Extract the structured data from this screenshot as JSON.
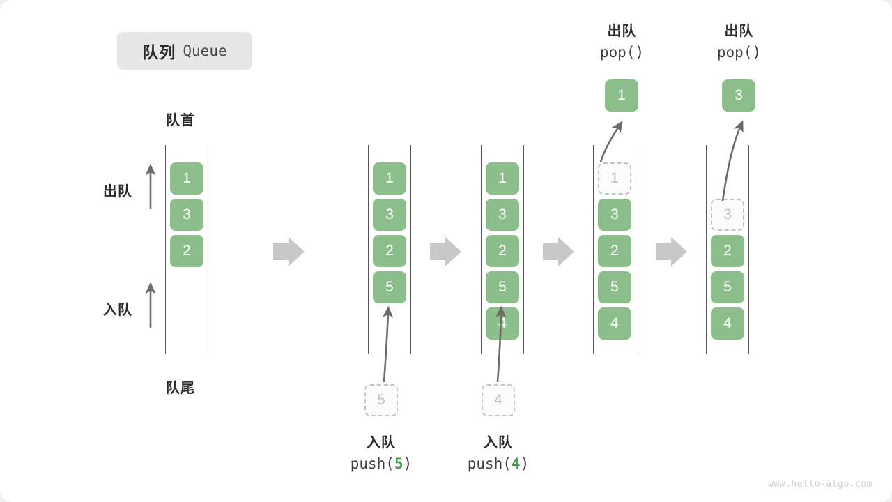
{
  "title": {
    "cn": "队列",
    "en": "Queue"
  },
  "labels": {
    "head": "队首",
    "tail": "队尾",
    "dequeue": "出队",
    "enqueue": "入队"
  },
  "operations": {
    "push_5": {
      "cn": "入队",
      "fn": "push(",
      "arg": "5",
      "close": ")"
    },
    "push_4": {
      "cn": "入队",
      "fn": "push(",
      "arg": "4",
      "close": ")"
    },
    "pop_1": {
      "cn": "出队",
      "code": "pop()"
    },
    "pop_3": {
      "cn": "出队",
      "code": "pop()"
    }
  },
  "ghosts": {
    "incoming_5": "5",
    "incoming_4": "4",
    "removed_1": "1",
    "removed_3": "3"
  },
  "popped": {
    "first": "1",
    "second": "3"
  },
  "colors": {
    "element": "#8cbe8b",
    "ghost_border": "#c4c4c4",
    "arrow": "#6b6b6b",
    "step_arrow": "#c8c8c8",
    "text": "#2b2b2b",
    "accent_arg": "#4a9e4f"
  },
  "watermark": "www.hello-algo.com",
  "panels": [
    {
      "name": "initial",
      "values": [
        "1",
        "3",
        "2"
      ]
    },
    {
      "name": "after-push-5",
      "values": [
        "1",
        "3",
        "2",
        "5"
      ]
    },
    {
      "name": "after-push-4",
      "values": [
        "1",
        "3",
        "2",
        "5",
        "4"
      ]
    },
    {
      "name": "after-pop-1",
      "values": [
        "3",
        "2",
        "5",
        "4"
      ]
    },
    {
      "name": "after-pop-3",
      "values": [
        "2",
        "5",
        "4"
      ]
    }
  ]
}
